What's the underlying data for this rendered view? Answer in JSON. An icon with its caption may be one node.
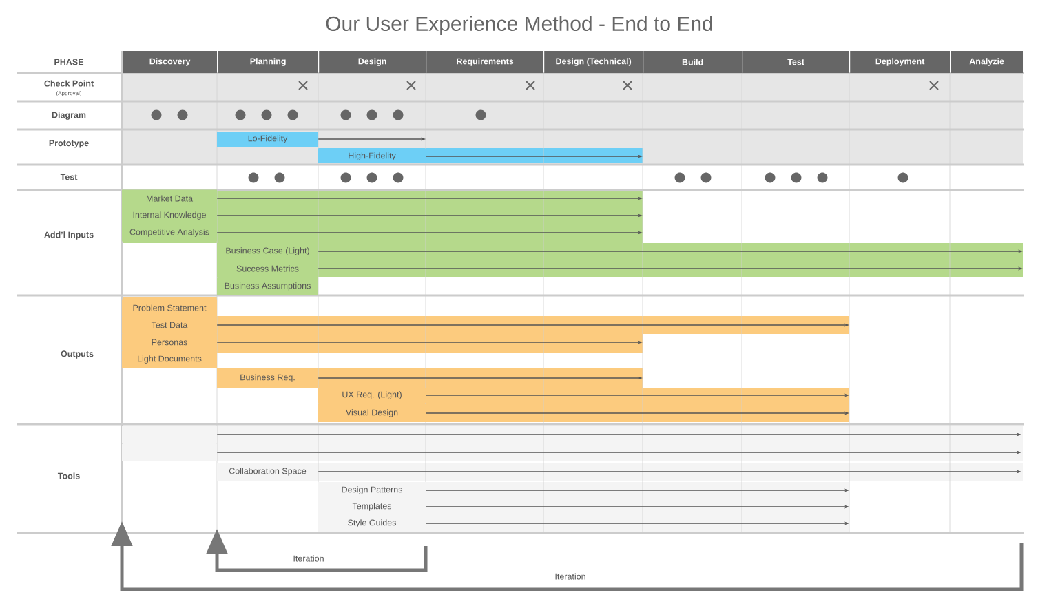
{
  "diagram": {
    "title": "Our User Experience Method - End to End",
    "nodes": [
      {
        "text": [
          "Lo-Fidelity"
        ]
      },
      {
        "text": [
          "High-Fidelity"
        ]
      },
      {
        "text": [
          "Market Data"
        ]
      },
      {
        "text": [
          "Internal Knowledge"
        ]
      },
      {
        "text": [
          "Competitive Analysis"
        ]
      },
      {
        "text": [
          "Business Case (Light)"
        ]
      },
      {
        "text": [
          "Success Metrics"
        ]
      },
      {
        "text": [
          "Business Assumptions"
        ]
      },
      {
        "text": [
          "Problem Statement"
        ]
      },
      {
        "text": [
          "Test Data"
        ]
      },
      {
        "text": [
          "Personas"
        ]
      },
      {
        "text": [
          "Light Documents"
        ]
      },
      {
        "text": [
          "Business Req."
        ]
      },
      {
        "text": [
          "UX Req. (Light)"
        ]
      },
      {
        "text": [
          "Visual Design"
        ]
      },
      {
        "text": [],
        "shape": "box"
      },
      {
        "text": [],
        "shape": "box"
      },
      {
        "text": [
          "Collaboration Space"
        ]
      },
      {
        "text": [
          "Design Patterns"
        ]
      },
      {
        "text": [
          "Templates"
        ]
      },
      {
        "text": [
          "Style Guides"
        ]
      }
    ],
    "edges": [
      {
        "from": 0,
        "to": 1,
        "arrow": "to"
      },
      {
        "from": 1,
        "to": null,
        "arrow": "to"
      },
      {
        "from": 2,
        "to": null,
        "arrow": "to"
      },
      {
        "from": 3,
        "to": null,
        "arrow": "to"
      },
      {
        "from": 4,
        "to": null,
        "arrow": "to"
      },
      {
        "from": 5,
        "to": null,
        "arrow": "to"
      },
      {
        "from": 6,
        "to": null,
        "arrow": "to"
      },
      {
        "from": 9,
        "to": null,
        "arrow": "to"
      },
      {
        "from": 10,
        "to": null,
        "arrow": "to"
      },
      {
        "from": 12,
        "to": null,
        "arrow": "to"
      },
      {
        "from": 13,
        "to": null,
        "arrow": "to"
      },
      {
        "from": 14,
        "to": null,
        "arrow": "to"
      },
      {
        "from": 15,
        "to": null,
        "arrow": "to"
      },
      {
        "from": 16,
        "to": null,
        "arrow": "to"
      },
      {
        "from": 17,
        "to": null,
        "arrow": "to"
      },
      {
        "from": 18,
        "to": null,
        "arrow": "to"
      },
      {
        "from": 19,
        "to": null,
        "arrow": "to"
      },
      {
        "from": 20,
        "to": null,
        "arrow": "to"
      }
    ],
    "labels": [
      "PHASE",
      "Discovery",
      "Planning",
      "Design",
      "Requirements",
      "Design (Technical)",
      "Build",
      "Test",
      "Deployment",
      "Analyzie",
      "Check Point",
      "(Approval)",
      "Diagram",
      "Prototype",
      "Test",
      "Add’l Inputs",
      "Outputs",
      "Tools",
      "Iteration",
      "Iteration"
    ]
  }
}
